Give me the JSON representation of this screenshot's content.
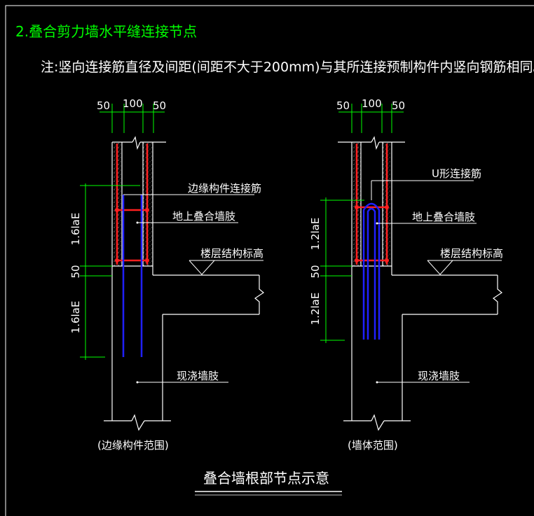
{
  "title": "2.叠合剪力墙水平缝连接节点",
  "note": "注:竖向连接筋直径及间距(间距不大于200mm)与其所连接预制构件内竖向钢筋相同。",
  "left": {
    "dims_top": [
      "50",
      "100",
      "50"
    ],
    "dims_side": [
      "1.6laE",
      "50",
      "1.6laE"
    ],
    "labels": {
      "rebar": "边缘构件连接筋",
      "upper_wall": "地上叠合墙肢",
      "floor_level": "楼层结构标高",
      "cast_wall": "现浇墙肢"
    },
    "caption": "(边缘构件范围)"
  },
  "right": {
    "dims_top": [
      "50",
      "100",
      "50"
    ],
    "dims_side": [
      "1.2laE",
      "50",
      "1.2laE"
    ],
    "labels": {
      "rebar": "U形连接筋",
      "upper_wall": "地上叠合墙肢",
      "floor_level": "楼层结构标高",
      "cast_wall": "现浇墙肢"
    },
    "caption": "(墙体范围)"
  },
  "footer_title": "叠合墙根部节点示意",
  "colors": {
    "background": "#000000",
    "frame": "#ffffff",
    "title": "#00ff00",
    "dimension": "#00ff00",
    "rebar_red": "#ff2020",
    "rebar_blue": "#2020ff",
    "text": "#ffffff"
  }
}
